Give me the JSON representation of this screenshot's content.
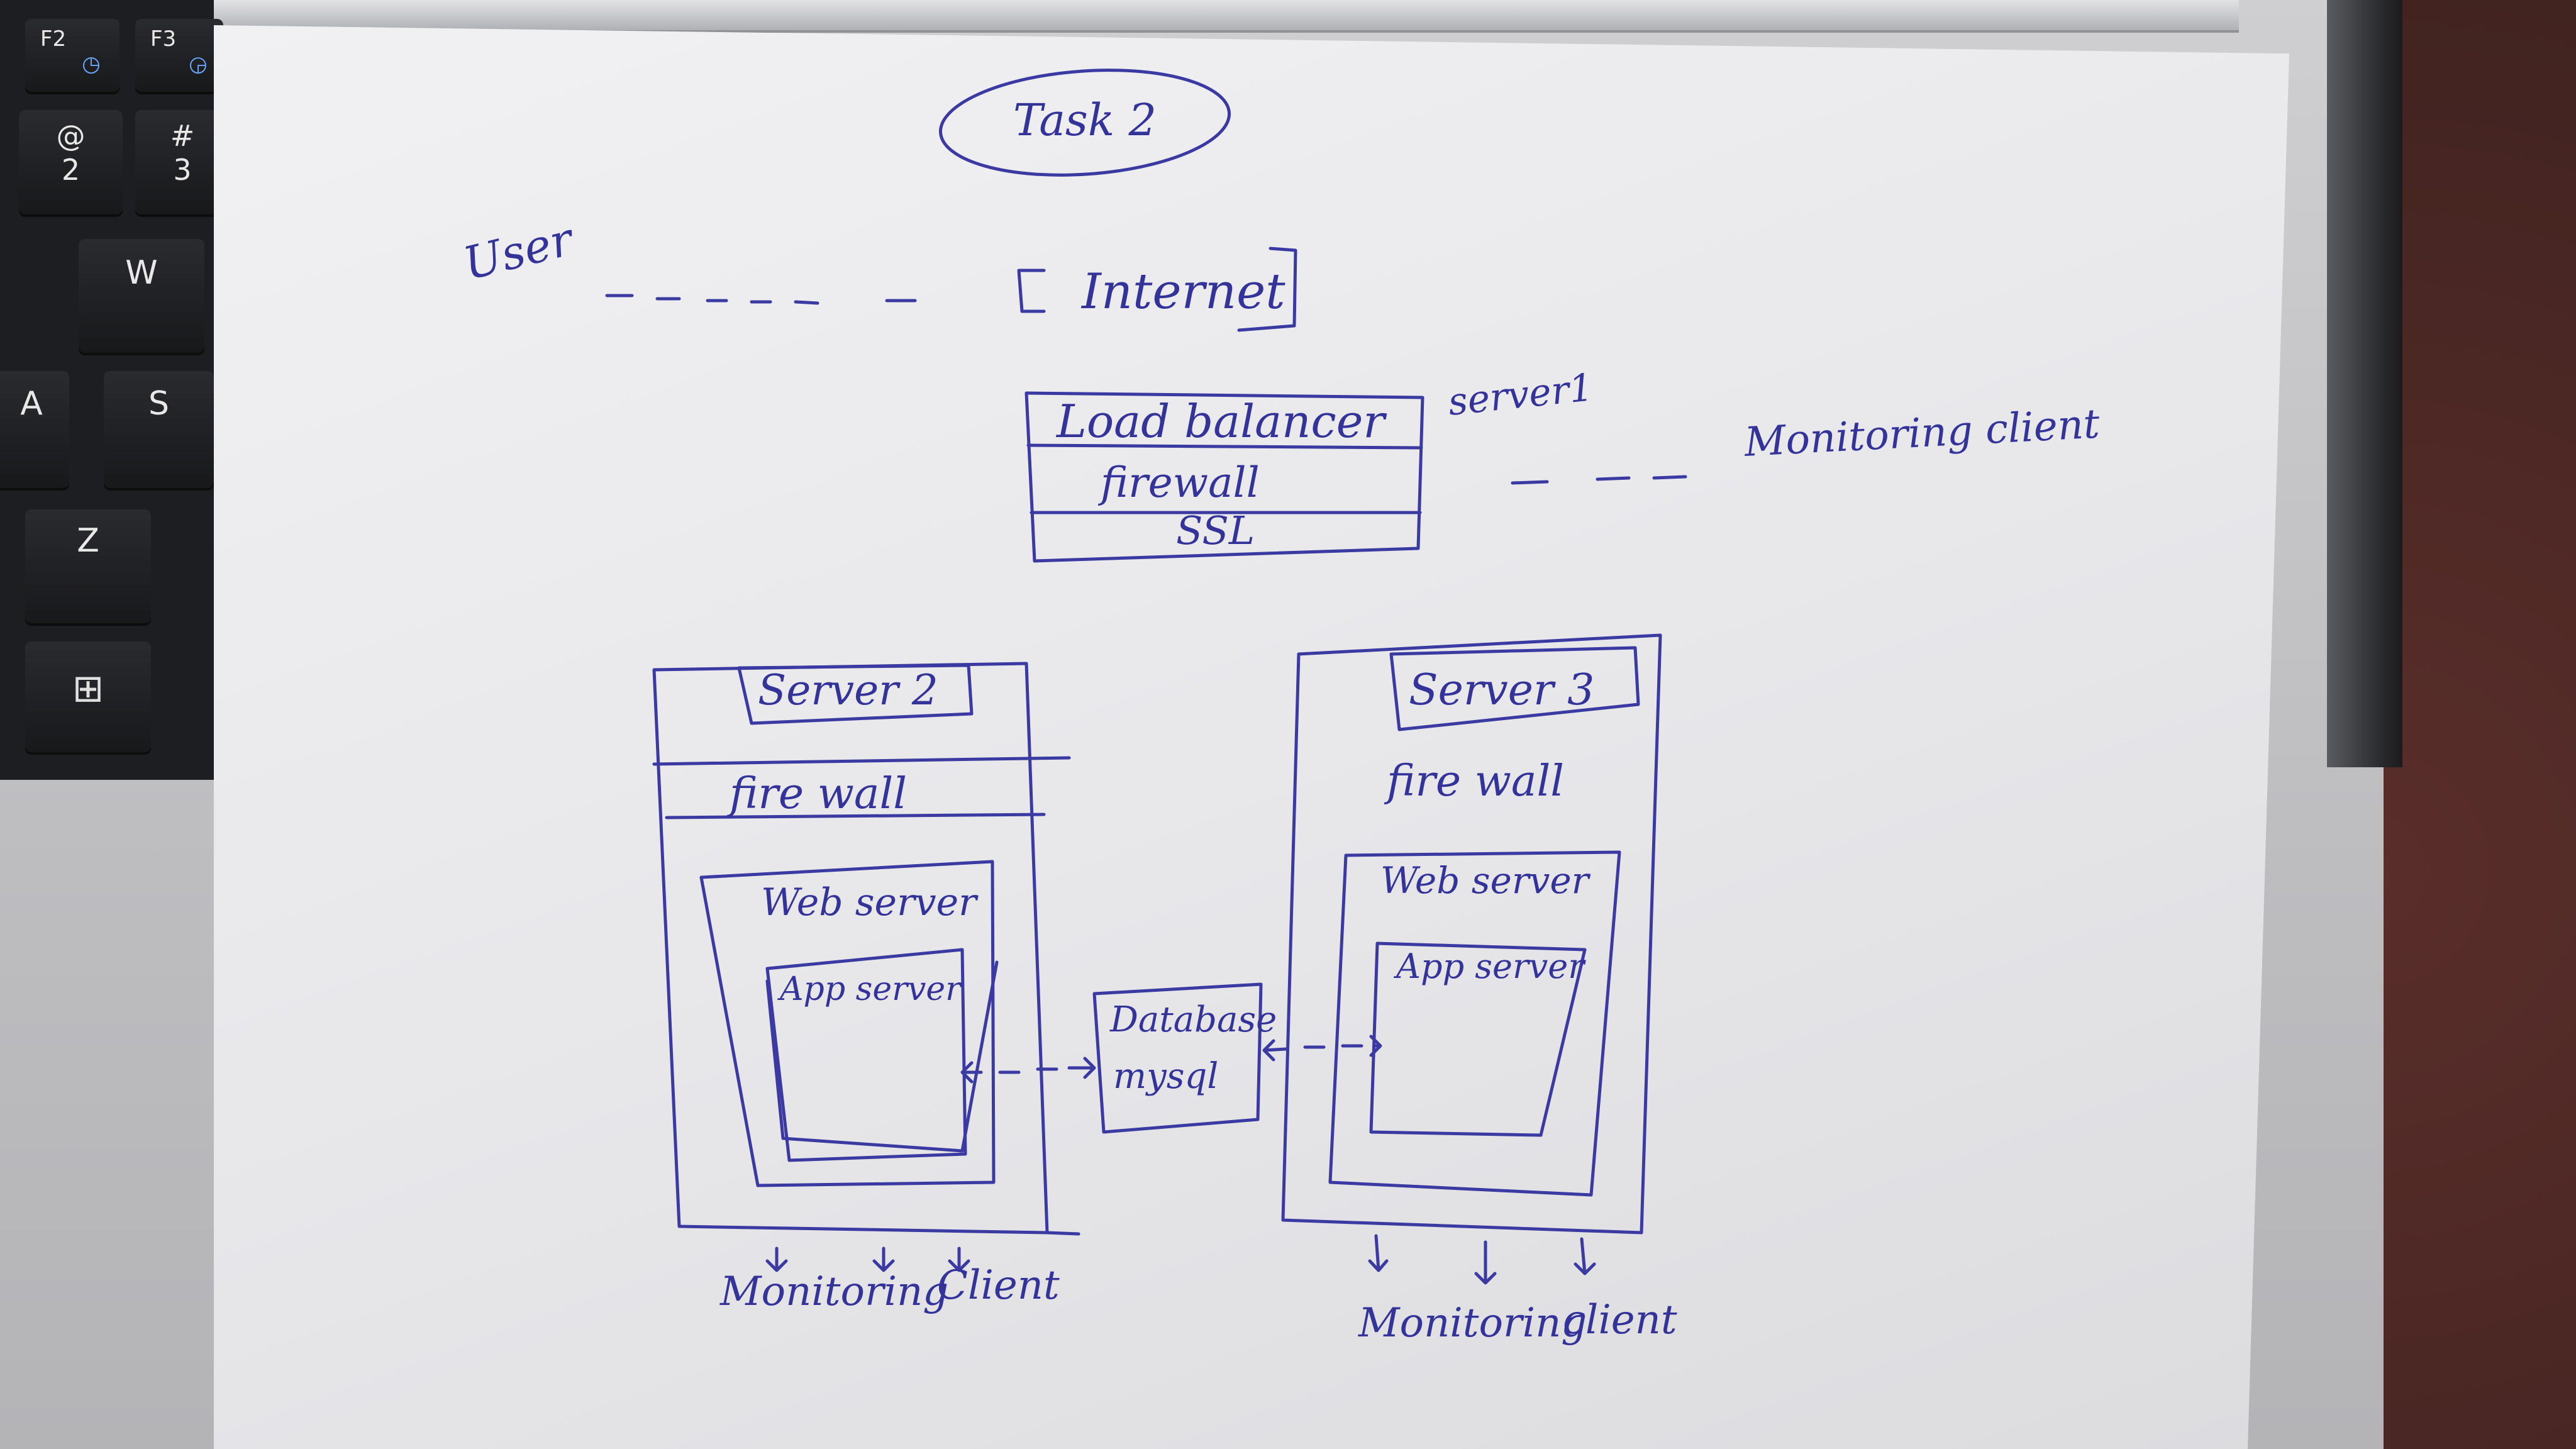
{
  "keyboard": {
    "keys": [
      {
        "top": "F2",
        "bottom": ""
      },
      {
        "top": "F3",
        "bottom": ""
      },
      {
        "top": "@",
        "bottom": "2"
      },
      {
        "top": "#",
        "bottom": "3"
      },
      {
        "top": "W",
        "bottom": ""
      },
      {
        "top": "A",
        "bottom": ""
      },
      {
        "top": "S",
        "bottom": ""
      },
      {
        "top": "Z",
        "bottom": ""
      }
    ],
    "windows_icon": "windows-logo-icon"
  },
  "diagram": {
    "title": "Task 2",
    "user": "User",
    "internet": "Internet",
    "server1": {
      "label": "server1",
      "layers": [
        "Load balancer",
        "firewall",
        "SSL"
      ],
      "monitoring": "Monitoring client"
    },
    "server2": {
      "label": "Server 2",
      "firewall": "fire wall",
      "web_server": "Web server",
      "app_server": "App server",
      "monitoring": "Monitoring",
      "client": "Client"
    },
    "server3": {
      "label": "Server 3",
      "firewall": "fire wall",
      "web_server": "Web server",
      "app_server": "App server",
      "monitoring": "Monitoring",
      "client": "client"
    },
    "database": {
      "label": "Database",
      "engine": "mysql"
    }
  },
  "colors": {
    "ink": "#3b3aa2",
    "paper": "#ececef",
    "laptop": "#c4c4c7",
    "keyboard": "#1d1e21"
  }
}
